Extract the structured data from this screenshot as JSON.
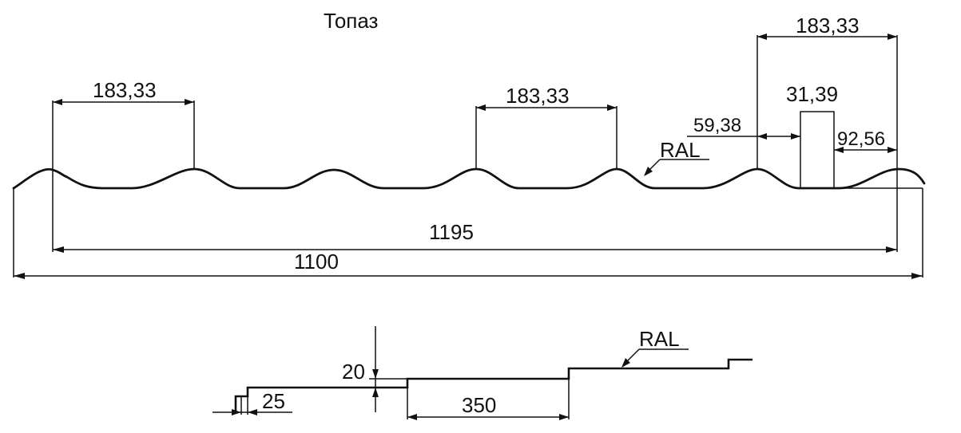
{
  "title": "Топаз",
  "top_view": {
    "dim_wave_left": "183,33",
    "dim_wave_mid": "183,33",
    "dim_wave_right": "183,33",
    "dim_crest": "31,39",
    "dim_left_offset": "59,38",
    "dim_right_offset": "92,56",
    "coating_label": "RAL",
    "dim_useful_width": "1195",
    "dim_total_width": "1100"
  },
  "side_view": {
    "dim_height": "20",
    "dim_step": "25",
    "dim_pitch": "350",
    "coating_label": "RAL"
  }
}
